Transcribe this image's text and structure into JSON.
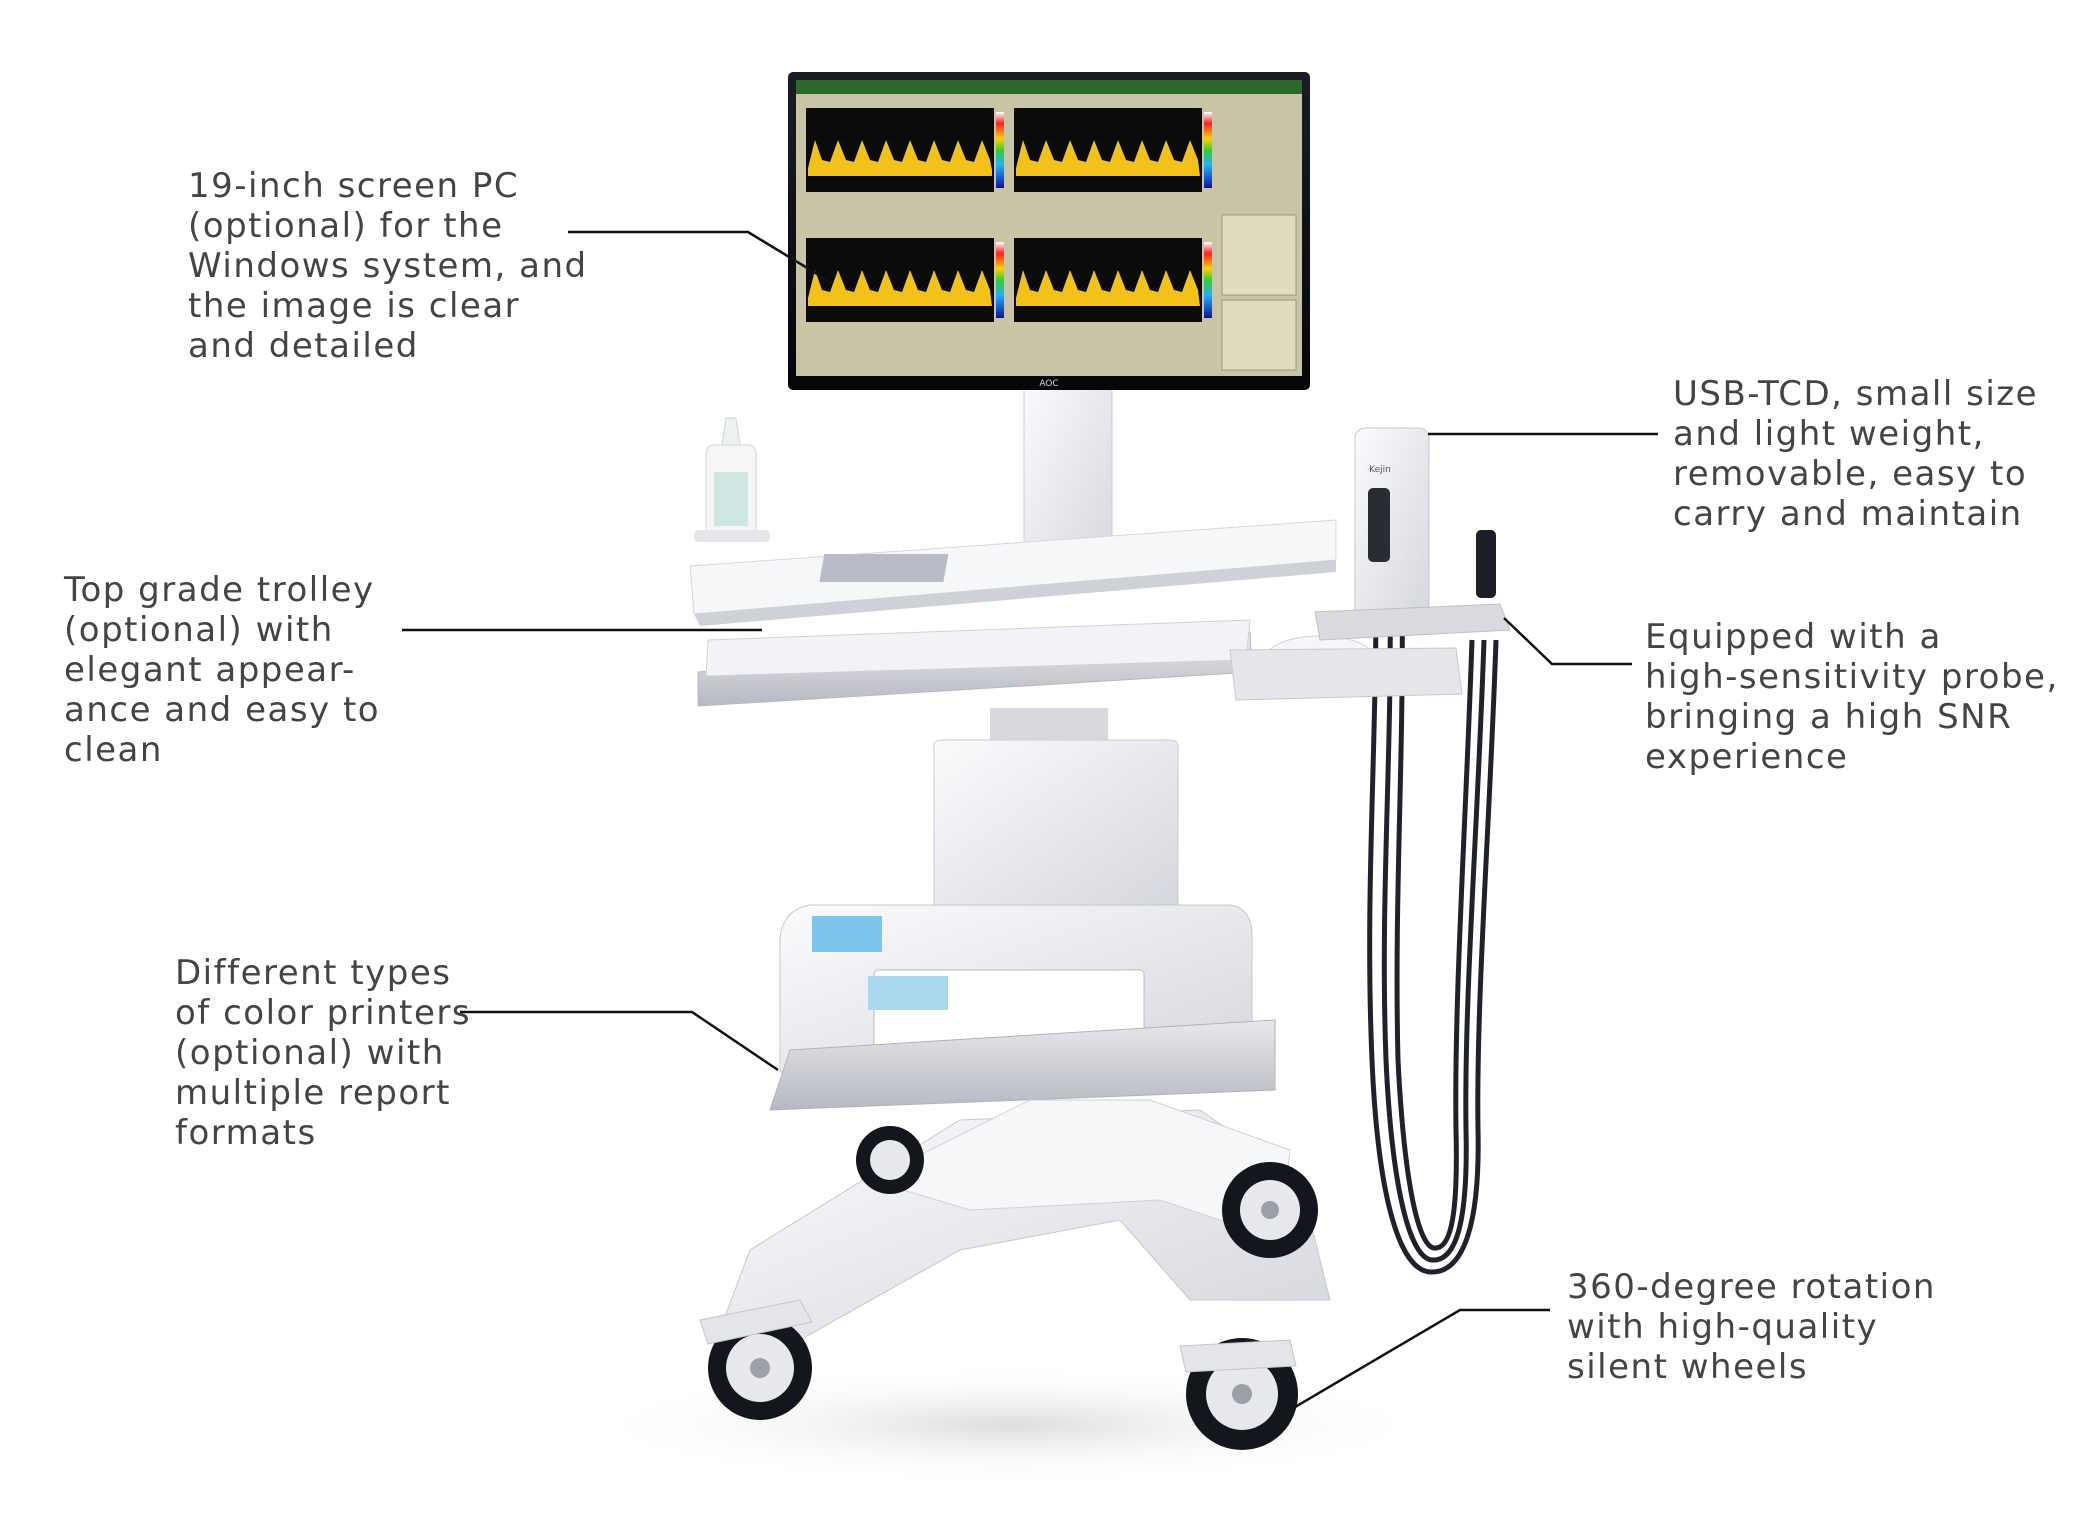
{
  "callouts": {
    "screen": "19-inch screen PC\n(optional) for the\nWindows system, and\nthe image is clear\nand detailed",
    "trolley": "Top grade trolley\n(optional) with\nelegant appear-\nance and easy to\nclean",
    "printer": "Different types\nof color printers\n(optional) with\nmultiple report\nformats",
    "usb_tcd": "USB-TCD, small size\nand light weight,\nremovable, easy to\ncarry and maintain",
    "probe": "Equipped with a\nhigh-sensitivity probe,\nbringing a high SNR\nexperience",
    "wheels": "360-degree rotation\nwith  high-quality\nsilent wheels"
  },
  "device": {
    "monitor_brand": "AOC",
    "tcd_brand": "Kejin"
  },
  "colors": {
    "text": "#444444",
    "leader_line": "#111111",
    "cart_body": "#e9eaee",
    "screen_bg": "#c8c4a6",
    "waveform": "#f2c21a"
  }
}
